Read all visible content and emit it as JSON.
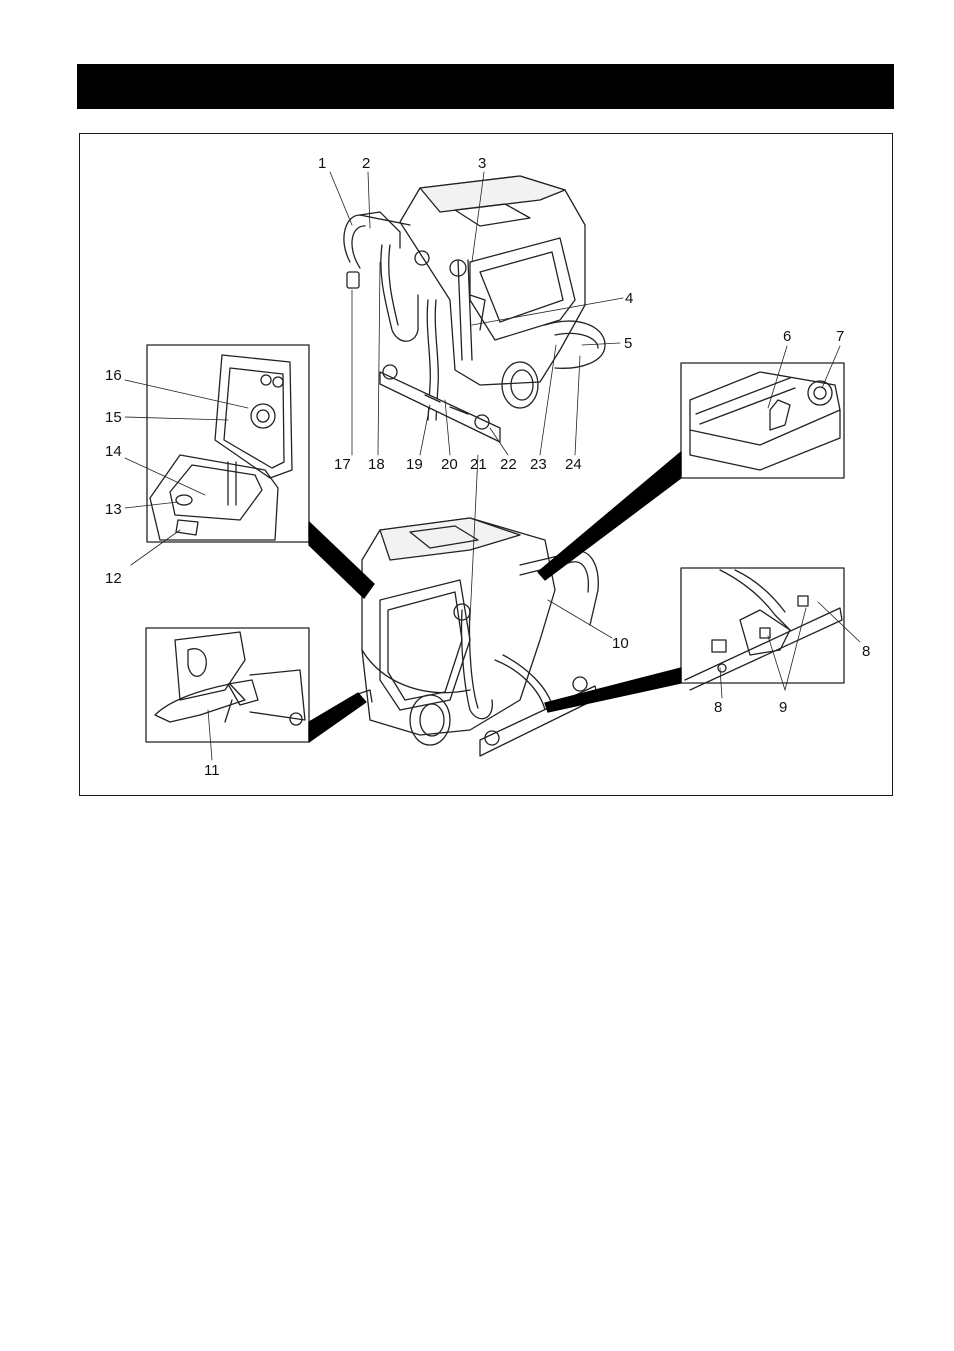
{
  "callouts": {
    "n1": "1",
    "n2": "2",
    "n3": "3",
    "n4": "4",
    "n5": "5",
    "n6": "6",
    "n7": "7",
    "n8a": "8",
    "n8b": "8",
    "n9": "9",
    "n10": "10",
    "n11": "11",
    "n12": "12",
    "n13": "13",
    "n14": "14",
    "n15": "15",
    "n16": "16",
    "n17": "17",
    "n18": "18",
    "n19": "19",
    "n20": "20",
    "n21": "21",
    "n22": "22",
    "n23": "23",
    "n24": "24"
  }
}
